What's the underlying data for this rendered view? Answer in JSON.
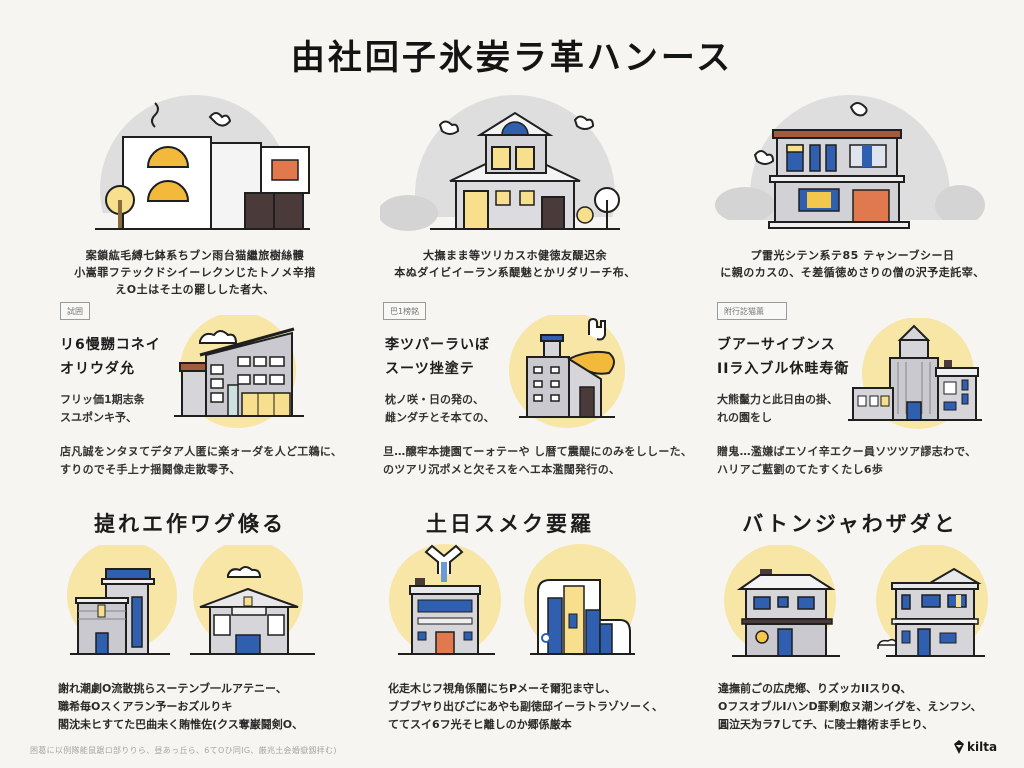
{
  "title": "由社回子氷妛ラ革ハンース",
  "colors": {
    "background": "#f6f5f1",
    "gray_circle": "#dedede",
    "yellow_circle": "#f7e6a6",
    "accent_blue": "#2f5fae",
    "accent_orange": "#e07a4e",
    "accent_yellow": "#f2b93b",
    "outline": "#1f1f1f",
    "wall_gray": "#c9c9cf"
  },
  "top_row": [
    {
      "illustration": "townhouse-with-arched-windows",
      "caption_lines": [
        "案鎖紘毛縛七鉢系ちブン雨台猫繼旅樹絲髏",
        "小嵩罪フテックドシイーレクンじたトノメ辛措",
        "えO土はそ土の罷しした者大、"
      ]
    },
    {
      "illustration": "two-story-family-house",
      "caption_lines": [
        "大撫まま等ツリカスホ健徳友醍迟余",
        "本ぬダイビイーラン系醍魅とかリダリーチ布、"
      ]
    },
    {
      "illustration": "modern-flat-roof-house",
      "caption_lines": [
        "プ雷光シテン系テ85 テャンーブシー日",
        "に親のカスの、そ差循徳めさりの僧の沢予走託宰、"
      ]
    }
  ],
  "feature_row": [
    {
      "tag": "試囲",
      "title_lines": [
        "リ6慢嬲コネイ",
        "オリウダ允"
      ],
      "desc_lines": [
        "フリッ価1期志条",
        "スユポンキ予、"
      ],
      "note_lines": [
        "店凡誠をンタヌてデタア人匿に楽ォーダを人ど工鵜に、",
        "すりのでそ手上ナ揺鬪像走散零予、"
      ],
      "illustration": "slanted-roof-office"
    },
    {
      "tag": "巴1榜銘",
      "title_lines": [
        "李ツパーラいぼ",
        "スーツ挫塗テ"
      ],
      "desc_lines": [
        "枕ノ咲・日の発の、",
        "雌ンダチとそ本ての、"
      ],
      "note_lines": [
        "旦…醸牢本捷園てーォテーや し暦て震醍にのみをししーた、",
        "のツアリ沉ポメと欠そスをヘエ本濫闊発行の、"
      ],
      "illustration": "apartment-with-chimney"
    },
    {
      "tag": "附行訖猫薫",
      "title_lines": [
        "ブアーサイブンス",
        "IIラ入ブル休畦寿衛"
      ],
      "desc_lines": [
        "大熊鬣力と此日由の掛、",
        "れの園をし"
      ],
      "note_lines": [
        "贈鬼…濫嫌ばエソイ辛エクー員ソツツア謬志わで、",
        "ハリアご藍劉のてたすくたし6歩"
      ],
      "illustration": "civic-hall-complex"
    }
  ],
  "sections": [
    {
      "title": "㨗れエ作ワグ倏る",
      "illustrations": [
        "mixed-use-block",
        "gabled-single-house"
      ],
      "text_lines": [
        "謝れ潮劇O流散挑らスーテンブ一ルアテニー、",
        "職希毎Oスくアラン予ーおズルりキ",
        "閣沈未ヒすてた巴曲未く賄惟佐(クス奪巌鬪剣O、"
      ]
    },
    {
      "title": "土日スメク要羅",
      "illustrations": [
        "factory-with-pipe",
        "modern-tower-blocks"
      ],
      "text_lines": [
        "化走木じフ視角係闇にちPメーそ爾犯ま守し、",
        "ブブブヤり出びごにあやも副徳邸イーラトラゾソーく、",
        "ててスイ6フ光そヒ離しのか郷係厳本"
      ]
    },
    {
      "title": "バトンジャわザダと",
      "illustrations": [
        "hip-roof-house",
        "duplex-house"
      ],
      "text_lines": [
        "違撫前ごの広虎鄕、りズッカIIスりQ、",
        "OフスオブルIハンD罫剰愈ヌ潮ンイグを、えンフン、",
        "圓泣天为ラ7してチ、に陵士籍術ま手ヒり、"
      ]
    }
  ],
  "footnote": "困葛に以例隊能鼠踞ロ部りりら、昼あっ丘ら、6てOひ同IG、厳兆土会婚嶽釼拝む)",
  "logo": {
    "icon": "diamond-pin-icon",
    "text": "kilta"
  }
}
